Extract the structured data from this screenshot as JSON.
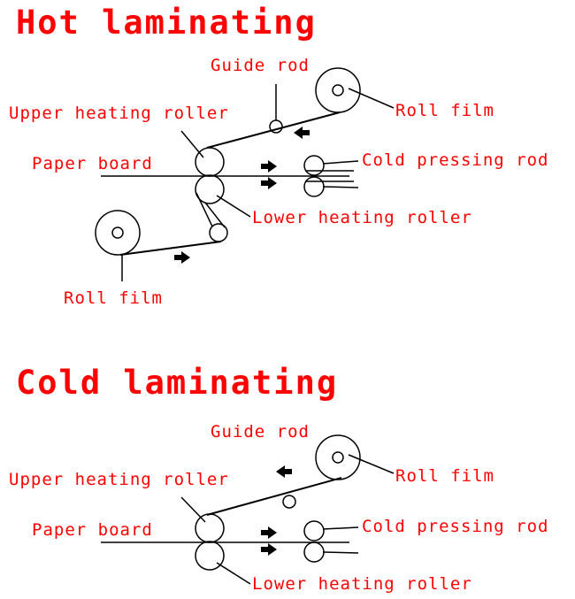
{
  "hot": {
    "title": "Hot laminating",
    "guide_rod": "Guide rod",
    "upper_roller": "Upper heating roller",
    "roll_film_top": "Roll film",
    "paper_board": "Paper board",
    "cold_rod": "Cold pressing rod",
    "lower_roller": "Lower heating roller",
    "roll_film_bottom": "Roll film"
  },
  "cold": {
    "title": "Cold laminating",
    "guide_rod": "Guide rod",
    "upper_roller": "Upper heating roller",
    "roll_film": "Roll film",
    "paper_board": "Paper board",
    "cold_rod": "Cold pressing rod",
    "lower_roller": "Lower heating roller"
  },
  "colors": {
    "label": "#ff0000",
    "line": "#000000"
  }
}
